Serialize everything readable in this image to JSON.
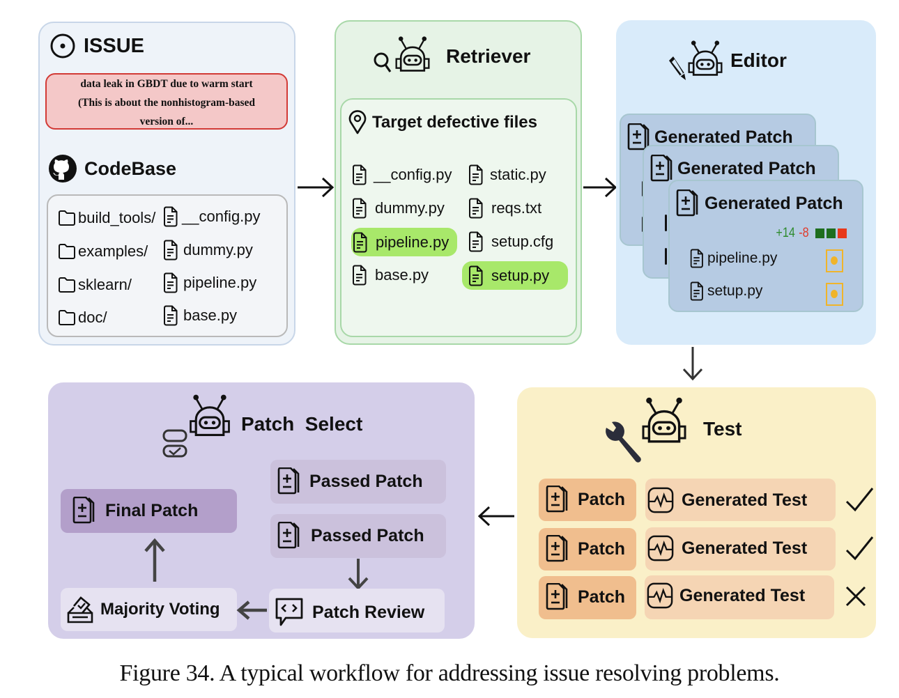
{
  "issue": {
    "title": "ISSUE",
    "text_lines": [
      "data leak in GBDT due to warm start",
      "(This is about the nonhistogram-based",
      "version of..."
    ],
    "codebase_title": "CodeBase",
    "folders": [
      "build_tools/",
      "examples/",
      "sklearn/",
      "doc/"
    ],
    "files": [
      "__config.py",
      "dummy.py",
      "pipeline.py",
      "base.py"
    ]
  },
  "retriever": {
    "title": "Retriever",
    "target_title": "Target defective files",
    "left_files": [
      {
        "name": "__config.py",
        "highlighted": false
      },
      {
        "name": "dummy.py",
        "highlighted": false
      },
      {
        "name": "pipeline.py",
        "highlighted": true
      },
      {
        "name": "base.py",
        "highlighted": false
      }
    ],
    "right_files": [
      {
        "name": "static.py",
        "highlighted": false
      },
      {
        "name": "reqs.txt",
        "highlighted": false
      },
      {
        "name": "setup.cfg",
        "highlighted": false
      },
      {
        "name": "setup.py",
        "highlighted": true
      }
    ]
  },
  "editor": {
    "title": "Editor",
    "patch_cards": [
      "Generated Patch",
      "Generated Patch",
      "Generated Patch"
    ],
    "additions": "+14",
    "deletions": "-8",
    "diff_blocks": [
      "add",
      "add",
      "del"
    ],
    "patched_files": [
      "pipeline.py",
      "setup.py"
    ]
  },
  "test": {
    "title": "Test",
    "rows": [
      {
        "patch": "Patch",
        "test": "Generated Test",
        "result": "pass"
      },
      {
        "patch": "Patch",
        "test": "Generated Test",
        "result": "pass"
      },
      {
        "patch": "Patch",
        "test": "Generated Test",
        "result": "fail"
      }
    ]
  },
  "patch_select": {
    "title": "Patch  Select",
    "passed_patches": [
      "Passed Patch",
      "Passed Patch"
    ],
    "final_patch": "Final Patch",
    "patch_review": "Patch Review",
    "majority_voting": "Majority Voting"
  },
  "colors": {
    "additions": "#2e8b2e",
    "deletions": "#e03a2a",
    "add_block": "#1e6e1e",
    "del_block": "#e8381a",
    "status_box": "#f0b42a"
  },
  "caption": "Figure 34.  A typical workflow for addressing issue resolving problems."
}
